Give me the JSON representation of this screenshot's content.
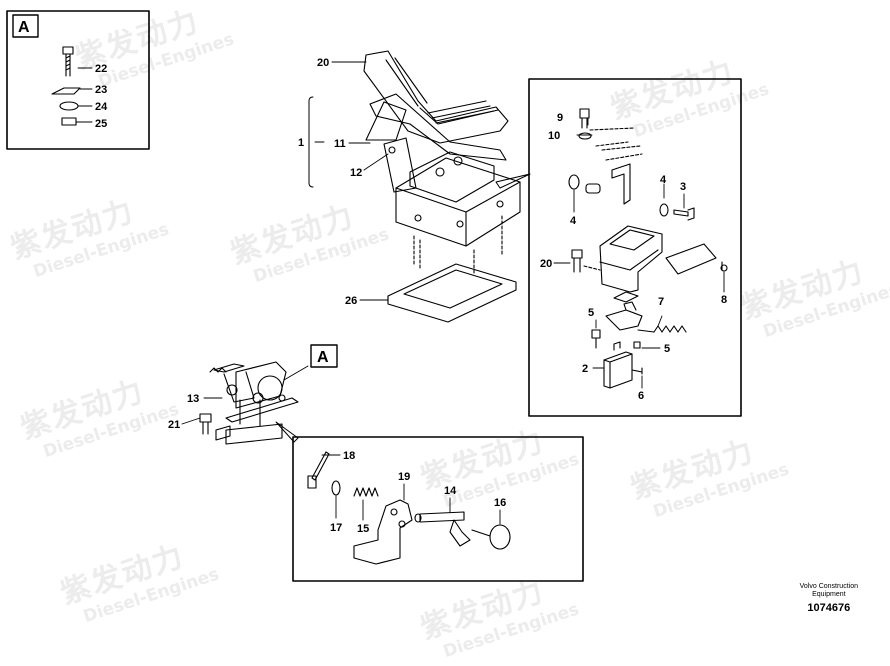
{
  "watermark": {
    "cn": "紫发动力",
    "en": "Diesel-Engines"
  },
  "inset_marker": "A",
  "callout_marker": "A",
  "footer": {
    "line1": "Volvo Construction",
    "line2": "Equipment",
    "number": "1074676"
  },
  "labels": {
    "l1": "1",
    "l2": "2",
    "l3": "3",
    "l4a": "4",
    "l4b": "4",
    "l5a": "5",
    "l5b": "5",
    "l6": "6",
    "l7": "7",
    "l8": "8",
    "l9": "9",
    "l10": "10",
    "l11": "11",
    "l12": "12",
    "l13": "13",
    "l14": "14",
    "l15": "15",
    "l16": "16",
    "l17": "17",
    "l18": "18",
    "l19": "19",
    "l20a": "20",
    "l20b": "20",
    "l21": "21",
    "l22": "22",
    "l23": "23",
    "l24": "24",
    "l25": "25",
    "l26": "26"
  }
}
